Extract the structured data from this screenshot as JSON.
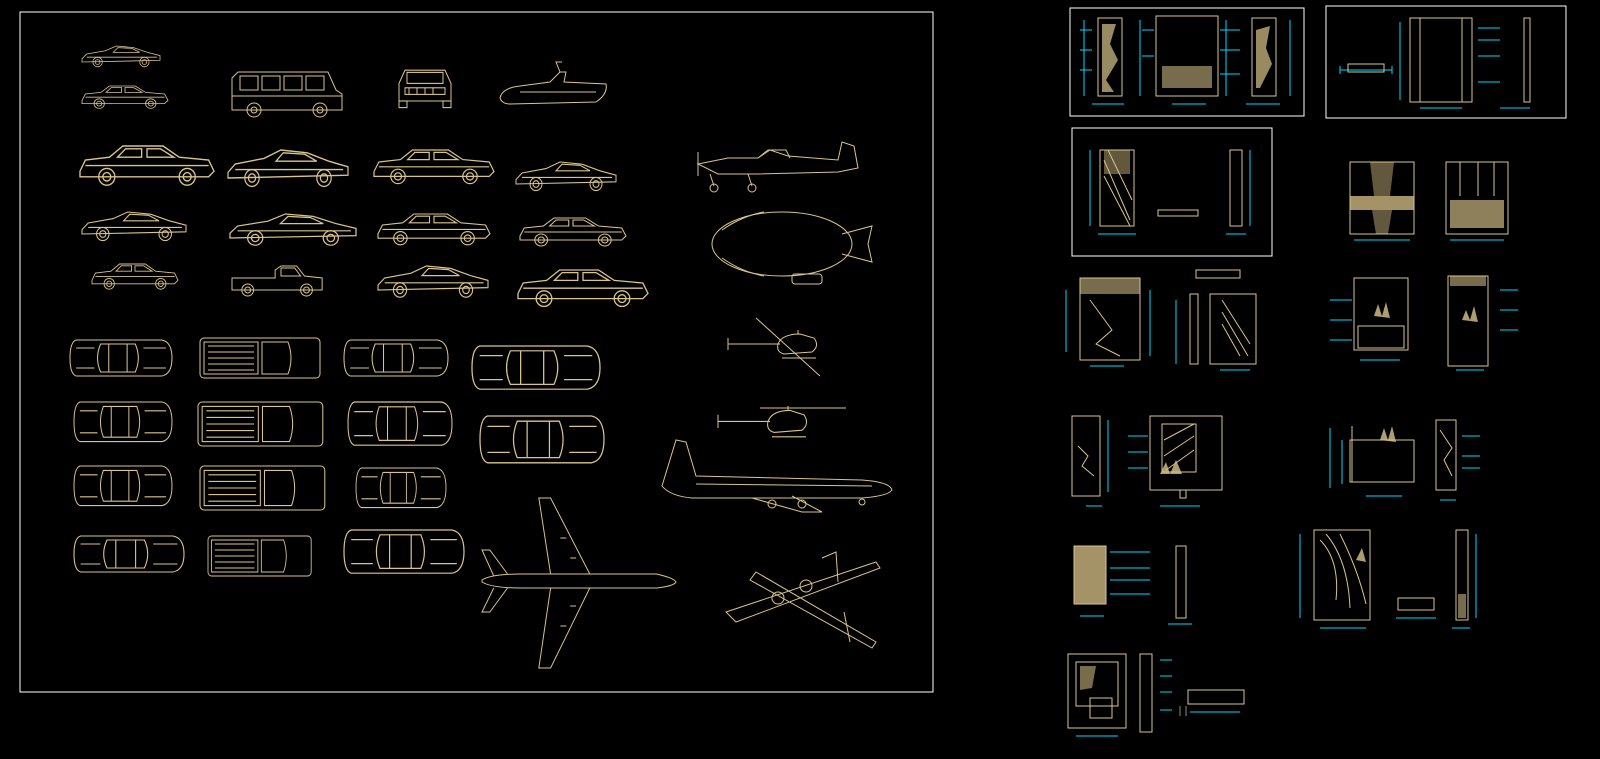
{
  "app": {
    "type": "cad-model-space",
    "background": "#000000",
    "colors": {
      "geometry": "#d9c48a",
      "dimensions": "#00d8ff",
      "frames": "#ffffff",
      "fill": "#c8a966"
    }
  },
  "left_sheet": {
    "label": "vehicle-block-library",
    "sections": [
      "cars-side-elevation",
      "cars-plan-view",
      "aircraft"
    ]
  },
  "right_sheets": {
    "label": "joinery-detail-sheets",
    "panels": [
      "detail-panel-1",
      "detail-panel-2",
      "detail-panel-3",
      "detail-panel-4",
      "detail-panel-5",
      "detail-panel-6",
      "detail-panel-7",
      "detail-panel-8",
      "detail-panel-9",
      "detail-panel-10",
      "detail-panel-11"
    ]
  },
  "icons": {
    "car": "car-icon",
    "plane": "airplane-icon",
    "helicopter": "helicopter-icon",
    "blimp": "blimp-icon"
  }
}
